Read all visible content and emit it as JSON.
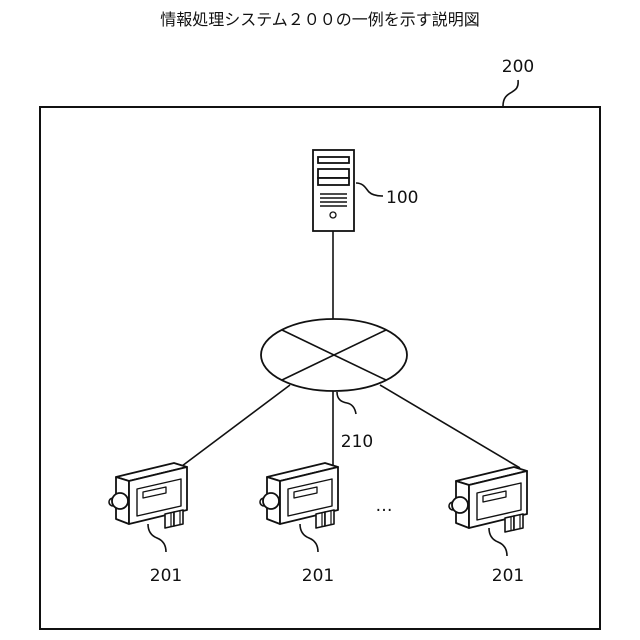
{
  "title": "情報処理システム２００の一例を示す説明図",
  "system": {
    "ref": "200"
  },
  "server": {
    "ref": "100"
  },
  "network": {
    "ref": "210"
  },
  "cameras": [
    {
      "ref": "201"
    },
    {
      "ref": "201"
    },
    {
      "ref": "201"
    }
  ],
  "ellipsis": "…",
  "colors": {
    "stroke": "#111111",
    "background": "#ffffff"
  }
}
